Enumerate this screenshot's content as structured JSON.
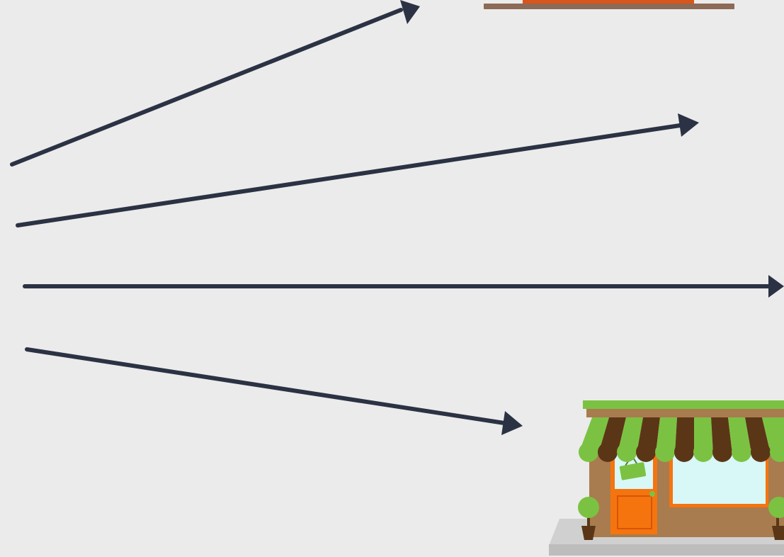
{
  "colors": {
    "background": "#ebebeb",
    "arrow": "#2b3243",
    "awning_green": "#7cc242",
    "awning_brown": "#5b3616",
    "wall_brown": "#a87c4f",
    "door_orange": "#f5740e",
    "window_glass": "#d8f7f7",
    "pavement": "#c4c4c4",
    "shelf_brown": "#8c6a55",
    "roof_orange": "#d9551b"
  },
  "icons": {
    "arrow_icon": "arrow-right-icon",
    "storefront_icon": "storefront-icon",
    "shop_sign_icon": "shopping-bag-sign-icon",
    "plant_icon": "potted-plant-icon"
  },
  "diagram": {
    "arrow_count": 4,
    "arrow_directions": [
      "up-right-steep",
      "up-right-shallow",
      "right",
      "down-right"
    ]
  }
}
